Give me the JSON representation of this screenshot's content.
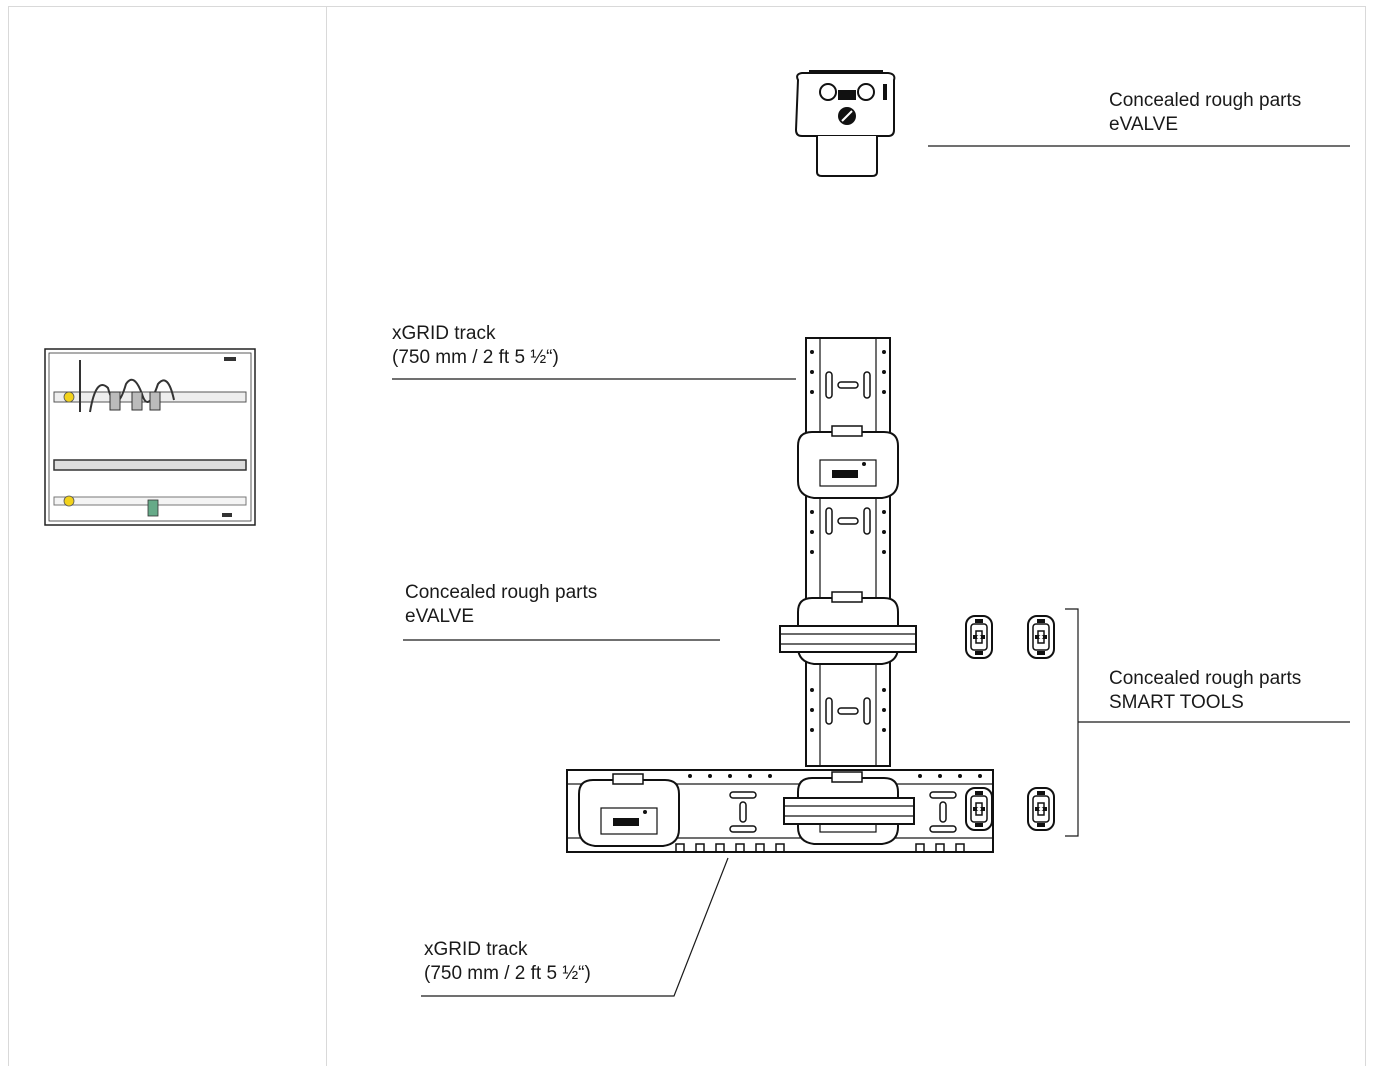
{
  "labels": {
    "top_evalve": {
      "line1": "Concealed rough parts",
      "line2": "eVALVE"
    },
    "xgrid_top": {
      "line1": "xGRID track",
      "line2": "(750 mm / 2 ft 5 ½“)"
    },
    "mid_evalve": {
      "line1": "Concealed rough parts",
      "line2": "eVALVE"
    },
    "smart_tools": {
      "line1": "Concealed rough parts",
      "line2": "SMART TOOLS"
    },
    "xgrid_bottom": {
      "line1": "xGRID track",
      "line2": "(750 mm / 2 ft 5 ½“)"
    }
  },
  "colors": {
    "line": "#1a1a1a",
    "frame": "#d9d9d9",
    "accent": "#f2d21b"
  }
}
